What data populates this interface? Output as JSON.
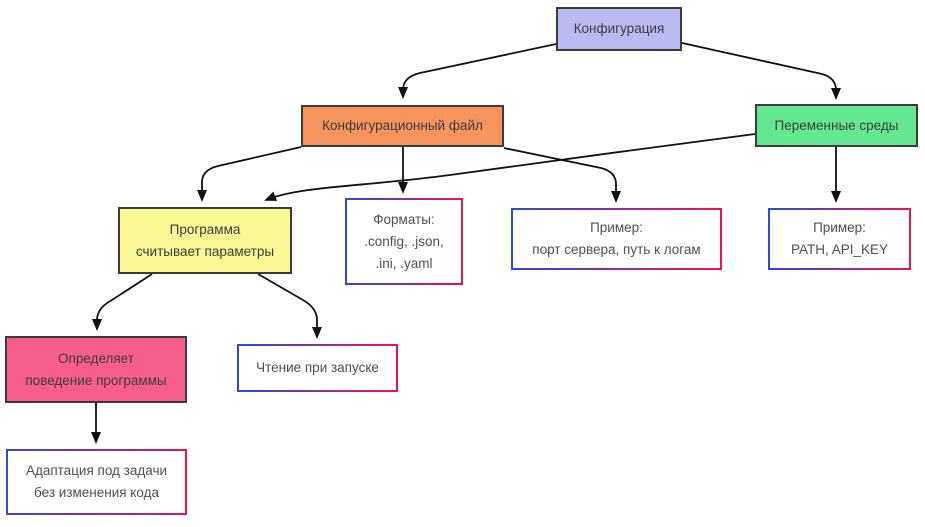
{
  "colors": {
    "canvas_bg": "#ffffff",
    "config_bg": "#b9baf2",
    "file_bg": "#f7945e",
    "env_bg": "#63e88f",
    "program_bg": "#f9f894",
    "behavior_bg": "#f75e8e",
    "node_border": "#3b3b3b",
    "gradient_left": "#2b4ad8",
    "gradient_right": "#ee1254",
    "edge_color": "#111111",
    "text_dark": "#3d3d3d",
    "text_gray": "#4f4f4f"
  },
  "nodes": {
    "config": {
      "label": "Конфигурация"
    },
    "file": {
      "label": "Конфигурационный файл"
    },
    "env": {
      "label": "Переменные среды"
    },
    "program": {
      "label": "Программа\nсчитывает параметры"
    },
    "formats": {
      "label": "Форматы:\n.config, .json,\n.ini, .yaml"
    },
    "example_file": {
      "label": "Пример:\nпорт сервера, путь к логам"
    },
    "example_env": {
      "label": "Пример:\nPATH, API_KEY"
    },
    "behavior": {
      "label": "Определяет\nповедение программы"
    },
    "reading": {
      "label": "Чтение при запуске"
    },
    "adaptation": {
      "label": "Адаптация под задачи\nбез изменения кода"
    }
  },
  "edges": [
    {
      "from": "config",
      "to": "file"
    },
    {
      "from": "config",
      "to": "env"
    },
    {
      "from": "file",
      "to": "program"
    },
    {
      "from": "file",
      "to": "formats"
    },
    {
      "from": "file",
      "to": "example_file"
    },
    {
      "from": "env",
      "to": "program"
    },
    {
      "from": "env",
      "to": "example_env"
    },
    {
      "from": "program",
      "to": "behavior"
    },
    {
      "from": "program",
      "to": "reading"
    },
    {
      "from": "behavior",
      "to": "adaptation"
    }
  ]
}
